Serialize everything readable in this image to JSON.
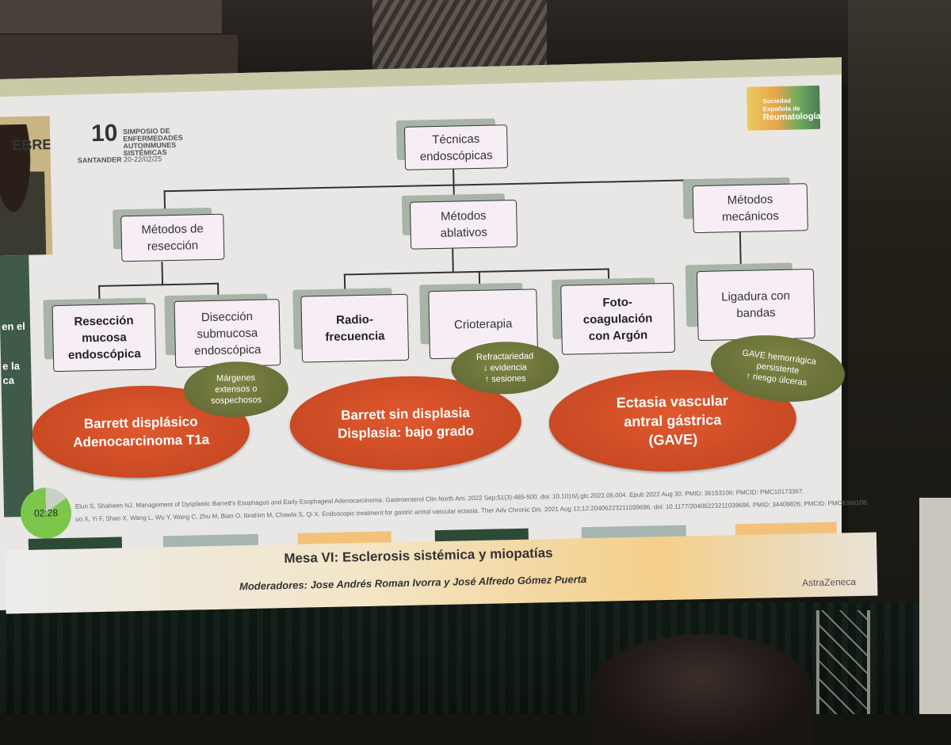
{
  "symposium_logo": {
    "number": "10",
    "title_lines": [
      "SIMPOSIO DE",
      "ENFERMEDADES",
      "AUTOINMUNES",
      "SISTÉMICAS"
    ],
    "location": "SANTANDER",
    "dates": "20-22/02/25"
  },
  "society_logo": {
    "line1": "Sociedad Española de",
    "line2": "Reumatología"
  },
  "tree": {
    "root": [
      "Técnicas",
      "endoscópicas"
    ],
    "resection": [
      "Métodos de",
      "resección"
    ],
    "ablative": [
      "Métodos",
      "ablativos"
    ],
    "mechanical": [
      "Métodos",
      "mecánicos"
    ],
    "emr": [
      "Resección",
      "mucosa",
      "endoscópica"
    ],
    "esd": [
      "Disección",
      "submucosa",
      "endoscópica"
    ],
    "rf": [
      "Radio-",
      "frecuencia"
    ],
    "cryo": [
      "Crioterapia"
    ],
    "apc": [
      "Foto-",
      "coagulación",
      "con Argón"
    ],
    "band": [
      "Ligadura con",
      "bandas"
    ]
  },
  "bubbles": {
    "margins": [
      "Márgenes",
      "extensos o",
      "sospechosos"
    ],
    "refractory": [
      "Refractariedad",
      "↓ evidencia",
      "↑ sesiones"
    ],
    "gave": [
      "GAVE hemorrágica",
      "persistente",
      "↑ riesgo úlceras"
    ]
  },
  "indications": {
    "left": [
      "Barrett displásico",
      "Adenocarcinoma T1a"
    ],
    "middle": [
      "Barrett sin displasia",
      "Displasia: bajo grado"
    ],
    "right": [
      "Ectasia vascular",
      "antral gástrica",
      "(GAVE)"
    ]
  },
  "references": [
    "Eluri S, Shaheen NJ. Management of Dysplastic Barrett's Esophagus and Early Esophageal Adenocarcinoma. Gastroenterol Clin North Am. 2022 Sep;51(3):485-500. doi: 10.1016/j.gtc.2022.06.004. Epub 2022 Aug 30. PMID: 36153106; PMCID: PMC10173367.",
    "uo X, Yi F, Shao X, Wang L, Wu Y, Wang C, Zhu M, Bian O, Ibrahim M, Chawla S, Qi X. Endoscopic treatment for gastric antral vascular ectasia. Ther Adv Chronic Dis. 2021 Aug 12;12:20406223211039696. doi: 10.1177/20406223211039696. PMID: 34408826; PMCID: PMC8366108."
  ],
  "timer": "02:28",
  "session_title": "Mesa VI: Esclerosis sistémica y miopatías",
  "moderators": "Moderadores: Jose Andrés Roman Ivorra y José Alfredo Gómez Puerta",
  "sponsor": "AstraZeneca",
  "side_fragments": [
    "en el",
    "e la",
    "ca"
  ],
  "left_screen_fragments": [
    "EBRE"
  ]
}
